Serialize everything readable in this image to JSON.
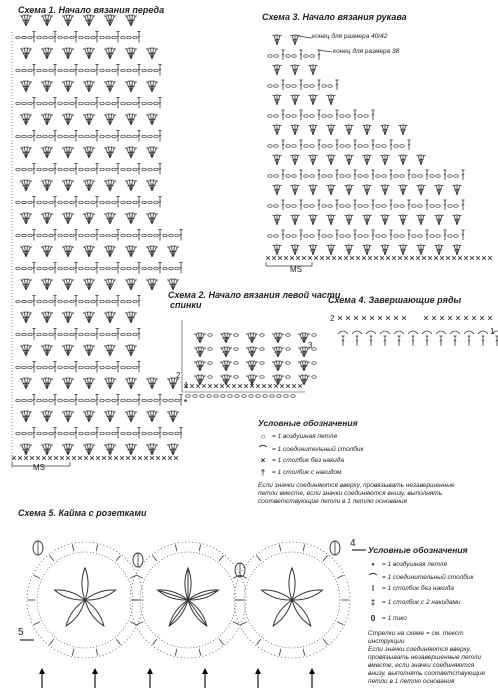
{
  "scheme1": {
    "title": "Схема 1. Начало вязания переда",
    "ms": "MS"
  },
  "scheme2": {
    "title_line1": "Схема 2. Начало вязания левой части",
    "title_line2": "спинки",
    "num3": "3",
    "num2": "2",
    "num1": "1",
    "star": "*"
  },
  "scheme3": {
    "title": "Схема 3. Начало вязания рукава",
    "end_40": "конец для размера 40/42",
    "end_38": "конец для размера 38",
    "ms": "MS"
  },
  "scheme4": {
    "title": "Схема 4. Завершающие ряды",
    "num2": "2",
    "num1": "1"
  },
  "scheme5": {
    "title": "Схема 5. Кайма с розетками",
    "num5": "5",
    "num4": "4"
  },
  "legend1": {
    "title": "Условные обозначения",
    "items": [
      {
        "symbol": "○",
        "text": "= 1 воздушная петля"
      },
      {
        "symbol": "⌒",
        "text": "= 1 соединительный столбик"
      },
      {
        "symbol": "×",
        "text": "= 1 столбик без накида"
      },
      {
        "symbol": "†",
        "text": "= 1 столбик с накидом"
      }
    ],
    "note": "Если значки соединяются вверху, провязывать незавершенные петли вместе, если значки соединяются внизу, выполнять соответствующие петли в 1 петлю основания"
  },
  "legend2": {
    "title": "Условные обозначения",
    "items": [
      {
        "symbol": "•",
        "text": "= 1 воздушная петля"
      },
      {
        "symbol": "⌒",
        "text": "= 1 соединительный столбик"
      },
      {
        "symbol": "ǀ",
        "text": "= 1 столбик без накида"
      },
      {
        "symbol": "‡",
        "text": "= 1 столбик с 2 накидами"
      },
      {
        "symbol": "0",
        "text": "= 1 пико"
      }
    ],
    "arrows_note": "Стрелки на схеме = см. текст инструкции",
    "note": "Если значки соединяются вверху, провязывать незавершенные петли вместе, если значки соединяются внизу, выполнять соответствующие петли в 1 петлю основания"
  }
}
